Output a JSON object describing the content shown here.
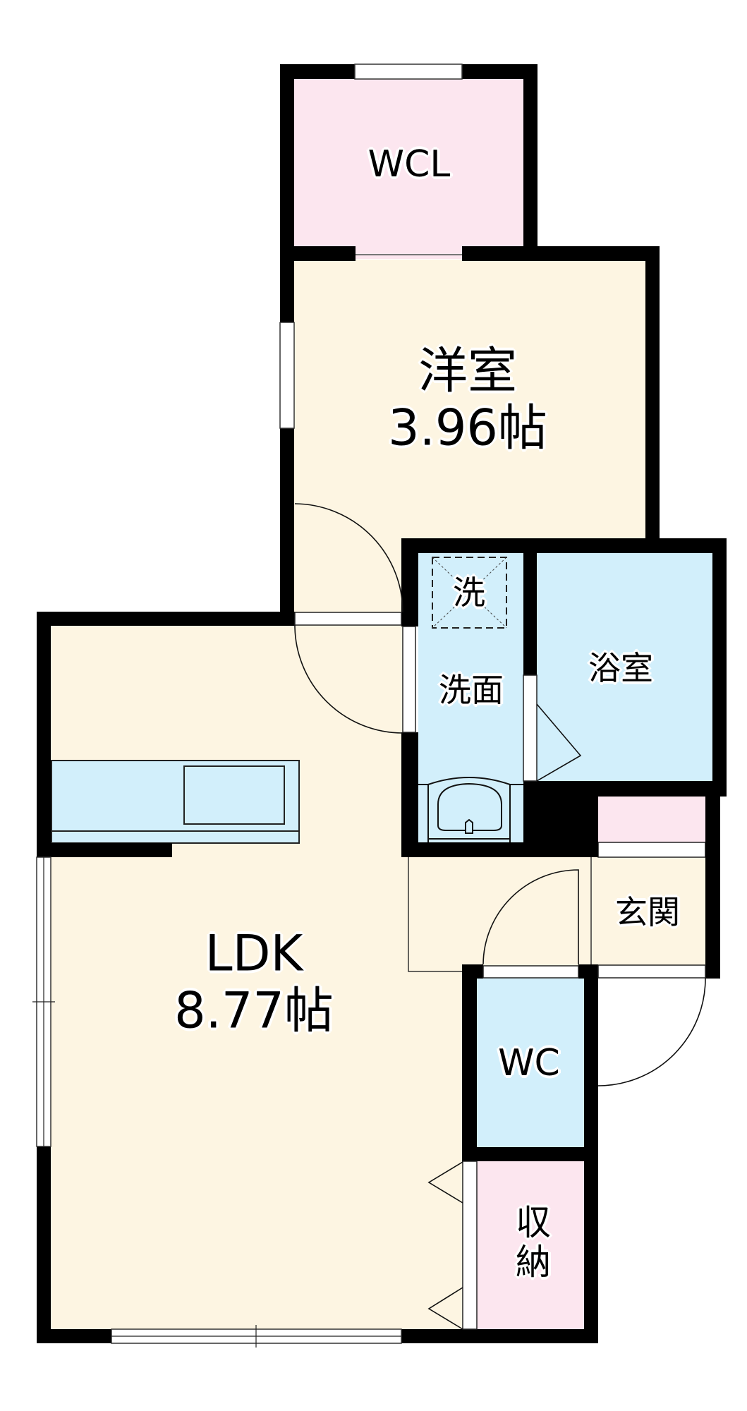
{
  "floor_plan": {
    "colors": {
      "wall": "#000000",
      "living_floor": "#FDF5E2",
      "wet_area": "#D2EFFB",
      "storage": "#FCE6EF",
      "opening": "#FFFFFF",
      "line": "#222222"
    },
    "rooms": {
      "wcl": {
        "label": "WCL"
      },
      "bedroom": {
        "label": "洋室",
        "size": "3.96帖"
      },
      "washroom": {
        "label": "洗面",
        "washer_label": "洗"
      },
      "bathroom": {
        "label": "浴室"
      },
      "ldk": {
        "label": "LDK",
        "size": "8.77帖"
      },
      "entrance": {
        "label": "玄関"
      },
      "wc": {
        "label": "WC"
      },
      "storage": {
        "label": "収納"
      }
    }
  }
}
